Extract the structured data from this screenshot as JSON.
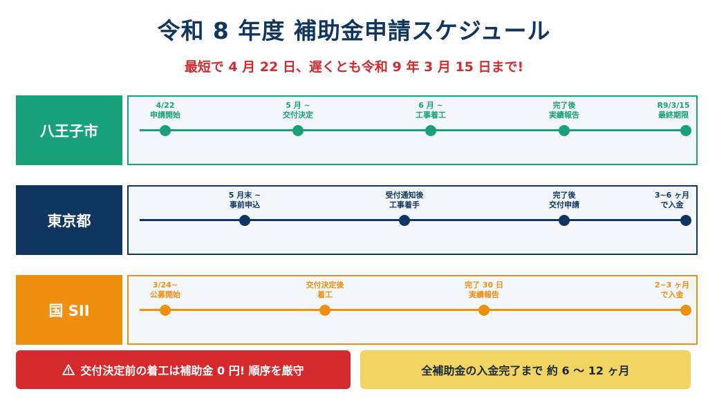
{
  "header": {
    "title": "令和 8 年度 補助金申請スケジュール",
    "subtitle": "最短で 4 月 22 日、遅くとも令和 9 年 3 月 15 日まで!"
  },
  "rows": [
    {
      "label": "八王子市",
      "color": "#17a07a",
      "milestones": [
        {
          "line1": "4/22",
          "line2": "申請開始"
        },
        {
          "line1": "5 月 ~",
          "line2": "交付決定"
        },
        {
          "line1": "6 月 ~",
          "line2": "工事着工"
        },
        {
          "line1": "完了後",
          "line2": "実績報告"
        },
        {
          "line1": "R9/3/15",
          "line2": "最終期限"
        }
      ]
    },
    {
      "label": "東京都",
      "color": "#10365f",
      "milestones": [
        {
          "line1": "5 月末 ~",
          "line2": "事前申込"
        },
        {
          "line1": "受付通知後",
          "line2": "工事着手"
        },
        {
          "line1": "完了後",
          "line2": "交付申請"
        },
        {
          "line1": "3~6 ヶ月",
          "line2": "で入金"
        }
      ]
    },
    {
      "label": "国 SII",
      "color": "#ee8f10",
      "milestones": [
        {
          "line1": "3/24~",
          "line2": "公募開始"
        },
        {
          "line1": "交付決定後",
          "line2": "着工"
        },
        {
          "line1": "完了 30 日",
          "line2": "実績報告"
        },
        {
          "line1": "2~3 ヶ月",
          "line2": "で入金"
        }
      ]
    }
  ],
  "footer": {
    "warning_icon": "warning-triangle-icon",
    "warning_text": "交付決定前の着工は補助金 0 円!  順序を厳守",
    "info_text": "全補助金の入金完了まで 約 6 〜 12 ヶ月"
  }
}
